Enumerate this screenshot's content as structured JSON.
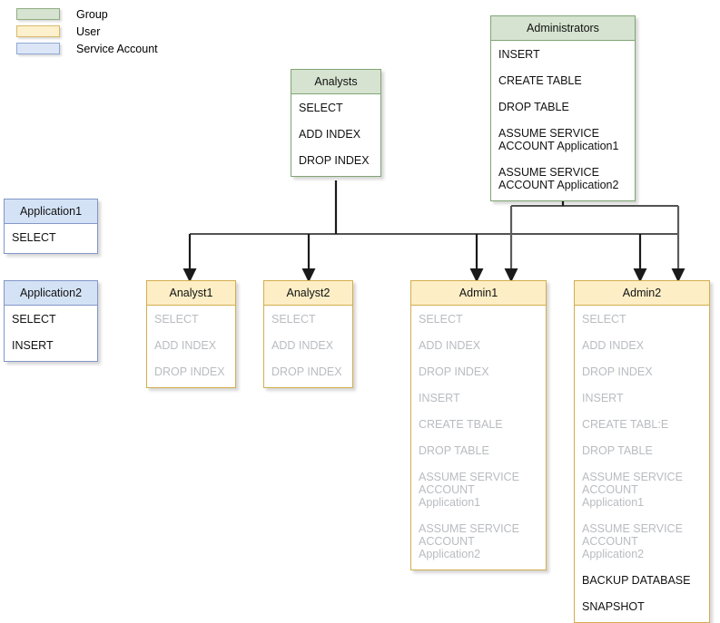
{
  "legend": {
    "items": [
      {
        "label": "Group",
        "color": "#d6e3d0",
        "border": "#8fae82",
        "kind": "group"
      },
      {
        "label": "User",
        "color": "#fdf0cc",
        "border": "#d7b96a",
        "kind": "user"
      },
      {
        "label": "Service Account",
        "color": "#dce6f7",
        "border": "#8fa8d4",
        "kind": "service"
      }
    ]
  },
  "nodes": {
    "analysts": {
      "title": "Analysts",
      "kind": "group",
      "permissions": [
        {
          "label": "SELECT",
          "inherited": false
        },
        {
          "label": "ADD INDEX",
          "inherited": false
        },
        {
          "label": "DROP INDEX",
          "inherited": false
        }
      ]
    },
    "administrators": {
      "title": "Administrators",
      "kind": "group",
      "permissions": [
        {
          "label": "INSERT",
          "inherited": false
        },
        {
          "label": "CREATE TABLE",
          "inherited": false
        },
        {
          "label": "DROP TABLE",
          "inherited": false
        },
        {
          "label": "ASSUME SERVICE\nACCOUNT Application1",
          "inherited": false
        },
        {
          "label": "ASSUME SERVICE\nACCOUNT Application2",
          "inherited": false
        }
      ]
    },
    "application1": {
      "title": "Application1",
      "kind": "service",
      "permissions": [
        {
          "label": "SELECT",
          "inherited": false
        }
      ]
    },
    "application2": {
      "title": "Application2",
      "kind": "service",
      "permissions": [
        {
          "label": "SELECT",
          "inherited": false
        },
        {
          "label": "INSERT",
          "inherited": false
        }
      ]
    },
    "analyst1": {
      "title": "Analyst1",
      "kind": "user",
      "permissions": [
        {
          "label": "SELECT",
          "inherited": true
        },
        {
          "label": "ADD INDEX",
          "inherited": true
        },
        {
          "label": "DROP INDEX",
          "inherited": true
        }
      ]
    },
    "analyst2": {
      "title": "Analyst2",
      "kind": "user",
      "permissions": [
        {
          "label": "SELECT",
          "inherited": true
        },
        {
          "label": "ADD INDEX",
          "inherited": true
        },
        {
          "label": "DROP INDEX",
          "inherited": true
        }
      ]
    },
    "admin1": {
      "title": "Admin1",
      "kind": "user",
      "permissions": [
        {
          "label": "SELECT",
          "inherited": true
        },
        {
          "label": "ADD INDEX",
          "inherited": true
        },
        {
          "label": "DROP INDEX",
          "inherited": true
        },
        {
          "label": "INSERT",
          "inherited": true
        },
        {
          "label": "CREATE TBALE",
          "inherited": true
        },
        {
          "label": "DROP TABLE",
          "inherited": true
        },
        {
          "label": "ASSUME SERVICE\nACCOUNT Application1",
          "inherited": true
        },
        {
          "label": "ASSUME SERVICE\nACCOUNT Application2",
          "inherited": true
        }
      ]
    },
    "admin2": {
      "title": "Admin2",
      "kind": "user",
      "permissions": [
        {
          "label": "SELECT",
          "inherited": true
        },
        {
          "label": "ADD INDEX",
          "inherited": true
        },
        {
          "label": "DROP INDEX",
          "inherited": true
        },
        {
          "label": "INSERT",
          "inherited": true
        },
        {
          "label": "CREATE TABL:E",
          "inherited": true
        },
        {
          "label": "DROP TABLE",
          "inherited": true
        },
        {
          "label": "ASSUME SERVICE\nACCOUNT Application1",
          "inherited": true
        },
        {
          "label": "ASSUME SERVICE\nACCOUNT Application2",
          "inherited": true
        },
        {
          "label": "BACKUP DATABASE",
          "inherited": false
        },
        {
          "label": "SNAPSHOT",
          "inherited": false
        }
      ]
    }
  },
  "edges": [
    {
      "from": "analysts",
      "to": "analyst1"
    },
    {
      "from": "analysts",
      "to": "analyst2"
    },
    {
      "from": "analysts",
      "to": "admin1"
    },
    {
      "from": "analysts",
      "to": "admin2"
    },
    {
      "from": "administrators",
      "to": "admin1"
    },
    {
      "from": "administrators",
      "to": "admin2"
    }
  ]
}
